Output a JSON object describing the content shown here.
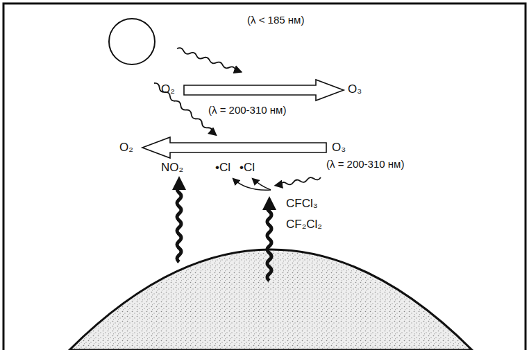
{
  "diagram": {
    "labels": [
      "(λ < 185 нм)",
      "O₂",
      "O₃",
      "(λ = 200-310 нм)",
      "O₂",
      "O₃",
      "NO₂",
      "•Cl",
      "•Cl",
      "(λ = 200-310 нм)",
      "CFCl₃",
      "CF₂Cl₂"
    ]
  }
}
